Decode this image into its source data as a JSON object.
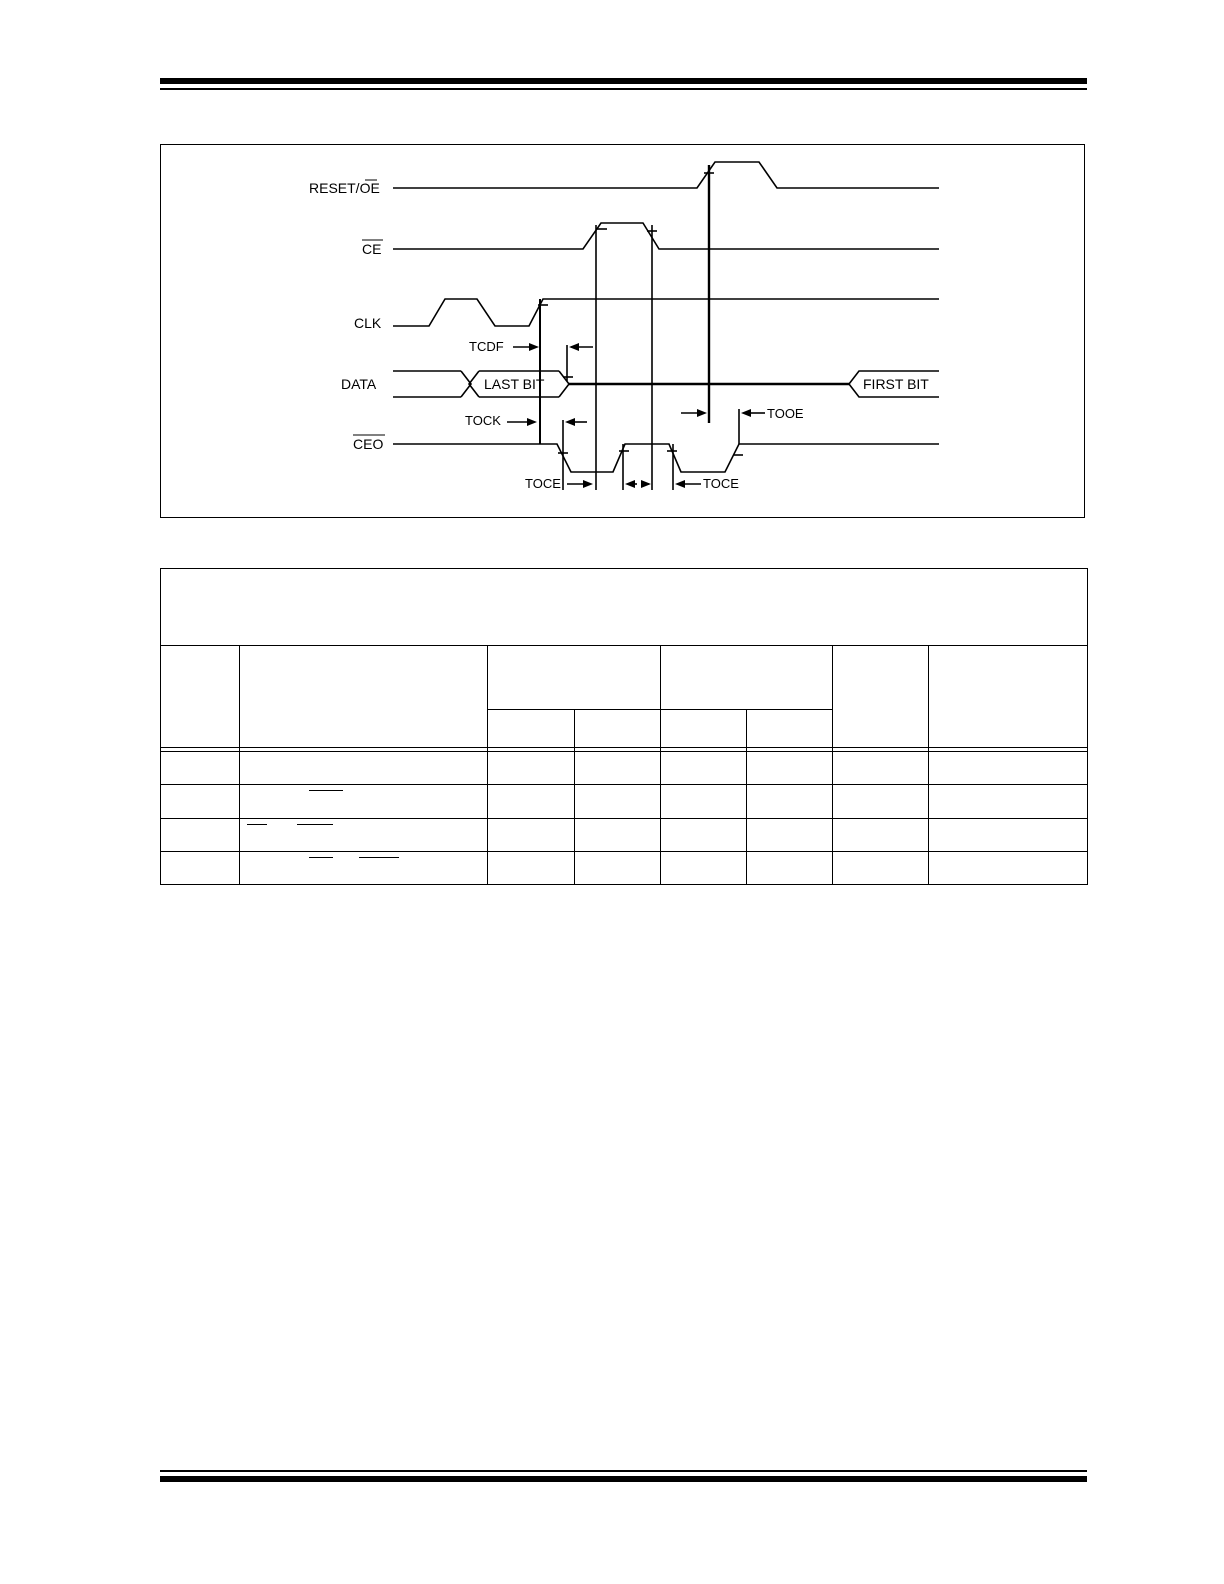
{
  "figure": {
    "signals": {
      "reset_oe": "RESET/OE",
      "ce": "CE",
      "clk": "CLK",
      "data": "DATA",
      "ceo": "CEO"
    },
    "data_labels": {
      "last_bit": "LAST BIT",
      "first_bit": "FIRST BIT"
    },
    "timing_labels": {
      "tcdf": "TCDF",
      "tock": "TOCK",
      "toce_left": "TOCE",
      "toce_right": "TOCE",
      "tooe": "TOOE"
    }
  },
  "table": {
    "rows": 4,
    "columns": 8
  }
}
